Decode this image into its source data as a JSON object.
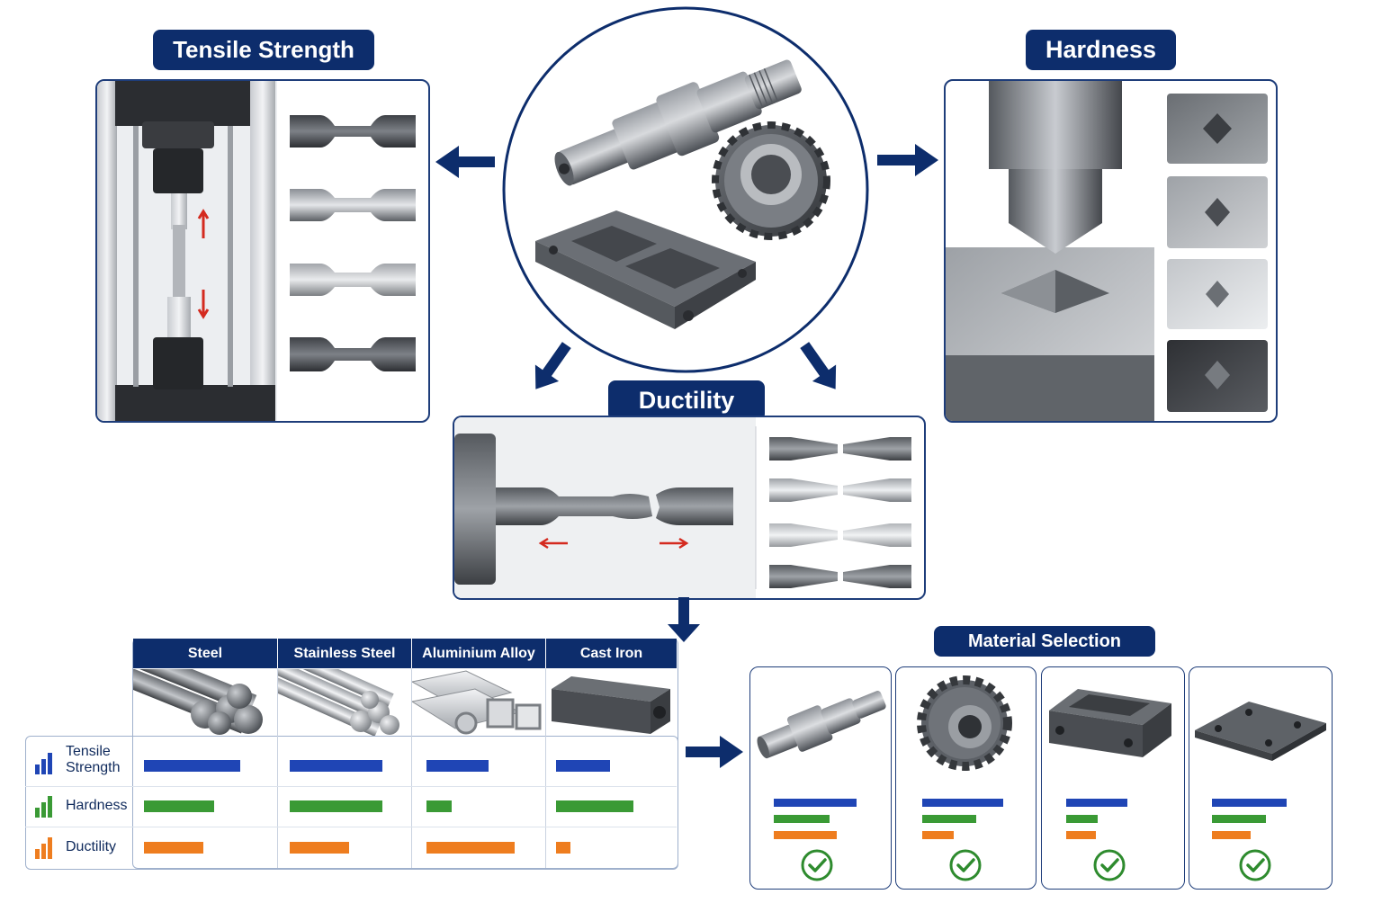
{
  "headings": {
    "tensile_strength": "Tensile Strength",
    "hardness": "Hardness",
    "ductility": "Ductility",
    "material_selection": "Material Selection"
  },
  "table": {
    "columns": [
      "Steel",
      "Stainless Steel",
      "Aluminium Alloy",
      "Cast Iron"
    ],
    "rows": [
      {
        "label_line1": "Tensile",
        "label_line2": "Strength",
        "icon": "bar-chart-blue-icon",
        "color": "#1f45b5",
        "levels": [
          0.85,
          0.82,
          0.55,
          0.48
        ]
      },
      {
        "label_line1": "Hardness",
        "label_line2": "",
        "icon": "bar-chart-green-icon",
        "color": "#3a9a35",
        "levels": [
          0.62,
          0.82,
          0.22,
          0.68
        ]
      },
      {
        "label_line1": "Ductility",
        "label_line2": "",
        "icon": "bar-chart-orange-icon",
        "color": "#ee7d1f",
        "levels": [
          0.52,
          0.52,
          0.78,
          0.13
        ]
      }
    ]
  },
  "selection_cards": [
    {
      "part": "shaft",
      "levels": [
        0.92,
        0.62,
        0.7
      ],
      "status": "check-icon"
    },
    {
      "part": "gear",
      "levels": [
        0.9,
        0.6,
        0.35
      ],
      "status": "check-icon"
    },
    {
      "part": "housing",
      "levels": [
        0.68,
        0.35,
        0.33
      ],
      "status": "check-icon"
    },
    {
      "part": "plate",
      "levels": [
        0.83,
        0.6,
        0.43
      ],
      "status": "check-icon"
    }
  ],
  "colors": {
    "navy": "#0d2d6c",
    "tensile": "#1f45b5",
    "hardness": "#3a9a35",
    "ductility": "#ee7d1f",
    "check": "#2e8b2e",
    "force_arrow": "#d42a1f"
  }
}
